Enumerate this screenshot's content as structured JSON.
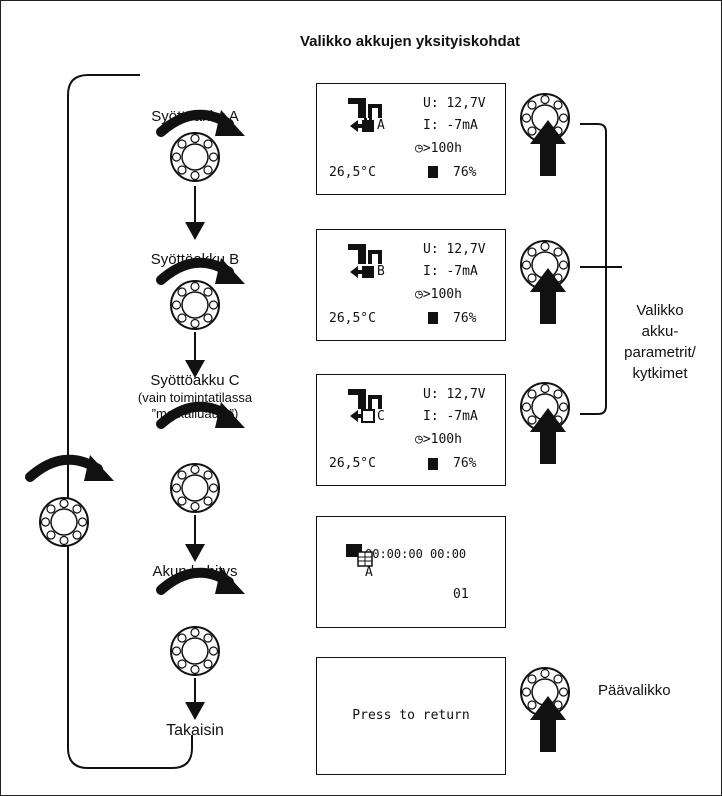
{
  "title": "Valikko akkujen yksityiskohdat",
  "steps": [
    {
      "label": "Syöttöakku A"
    },
    {
      "label": "Syöttöakku  B"
    },
    {
      "label": "Syöttöakku C",
      "note_lines": [
        "(vain toimintatilassa",
        "”matkailuauto”)"
      ]
    },
    {
      "label": "Akun kehitys"
    },
    {
      "label": "Takaisin"
    }
  ],
  "screens": [
    {
      "voltage": "U: 12,7V",
      "current": "I:  -7mA",
      "time": "◷>100h",
      "temp": "›🌡 26,5°C",
      "charge": "76%",
      "battery_letter": "A"
    },
    {
      "voltage": "U: 12,7V",
      "current": "I:  -7mA",
      "time": "◷>100h",
      "temp": "26,5°C",
      "charge": "76%",
      "battery_letter": "B"
    },
    {
      "voltage": "U: 12,7V",
      "current": "I:  -7mA",
      "time": "◷>100h",
      "temp": "26,5°C",
      "charge": "76%",
      "battery_letter": "C"
    }
  ],
  "history_screen": {
    "timestamp": "00:00:00 00:00",
    "letter": "A",
    "index": "01"
  },
  "return_screen": {
    "text": "Press to return"
  },
  "side_label_lines": [
    "Valikko",
    "akku-",
    "parametrit/",
    "kytkimet"
  ],
  "main_menu_label": "Päävalikko"
}
